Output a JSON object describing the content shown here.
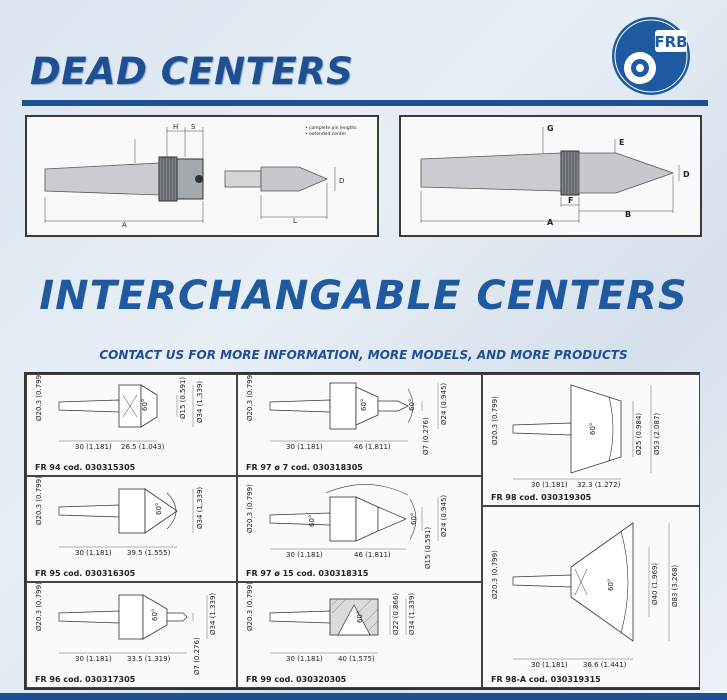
{
  "header": {
    "title": "DEAD CENTERS",
    "logo_text": "FRB"
  },
  "top_diagram_left": {
    "legend": [
      "• complete pin lengths",
      "• extended center"
    ],
    "labels": {
      "h": "H",
      "s": "S",
      "a": "A",
      "l": "L",
      "d": "D"
    }
  },
  "top_diagram_right": {
    "labels": {
      "g": "G",
      "e": "E",
      "d": "D",
      "f": "F",
      "a": "A",
      "b": "B"
    }
  },
  "section_title": "INTERCHANGABLE CENTERS",
  "contact": "CONTACT US FOR MORE INFORMATION, MORE MODELS, AND MORE PRODUCTS",
  "products": [
    {
      "caption": "FR 94 cod. 030315305",
      "dims": [
        "30 (1.181)",
        "26.5 (1.043)",
        "Ø20.3 (0.799)",
        "Ø15 (0.591)",
        "Ø34 (1.339)",
        "60°"
      ]
    },
    {
      "caption": "FR 97 ø 7 cod. 030318305",
      "dims": [
        "30 (1.181)",
        "46 (1.811)",
        "Ø20.3 (0.799)",
        "Ø7 (0.276)",
        "Ø24 (0.945)",
        "60°",
        "60°"
      ]
    },
    {
      "caption": "FR 98 cod. 030319305",
      "dims": [
        "30 (1.181)",
        "32.3 (1.272)",
        "Ø20.3 (0.799)",
        "Ø25 (0.984)",
        "Ø53 (2.087)",
        "60°"
      ]
    },
    {
      "caption": "FR 95 cod. 030316305",
      "dims": [
        "30 (1.181)",
        "39.5 (1.555)",
        "Ø20.3 (0.799)",
        "Ø34 (1.339)",
        "60°"
      ]
    },
    {
      "caption": "FR 97 ø 15 cod. 030318315",
      "dims": [
        "30 (1.181)",
        "46 (1.811)",
        "Ø20.3 (0.799)",
        "Ø15 (0.591)",
        "Ø24 (0.945)",
        "60°",
        "60°"
      ]
    },
    {
      "caption": "FR 98-A cod. 030319315",
      "dims": [
        "30 (1.181)",
        "36.6 (1.441)",
        "Ø20.3 (0.799)",
        "Ø40 (1.969)",
        "Ø83 (3.268)",
        "60°"
      ]
    },
    {
      "caption": "FR 96 cod. 030317305",
      "dims": [
        "30 (1.181)",
        "33.5 (1.319)",
        "Ø20.3 (0.799)",
        "Ø7 (0.276)",
        "Ø34 (1.339)",
        "60°"
      ]
    },
    {
      "caption": "FR 99 cod. 030320305",
      "dims": [
        "30 (1.181)",
        "40 (1.575)",
        "Ø20.3 (0.799)",
        "Ø22 (0.866)",
        "Ø34 (1.339)",
        "60°"
      ]
    }
  ],
  "colors": {
    "brand_blue": "#1f4f93",
    "title_blue": "#1f5aa0"
  }
}
